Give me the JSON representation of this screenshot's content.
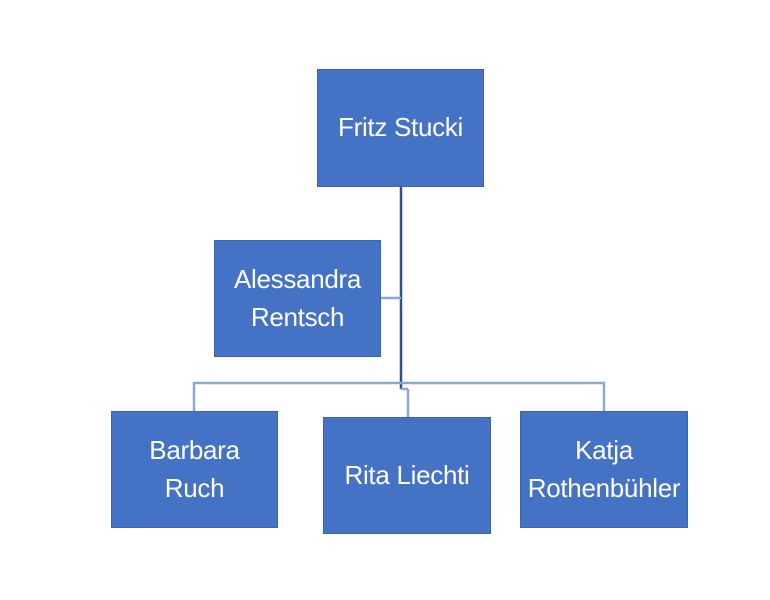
{
  "org_chart": {
    "top": {
      "name": "Fritz Stucki"
    },
    "assistant": {
      "line1": "Alessandra",
      "line2": "Rentsch"
    },
    "reports": [
      {
        "line1": "Barbara Ruch"
      },
      {
        "line1": "Rita Liechti"
      },
      {
        "line1": "Katja",
        "line2": "Rothenbühler"
      }
    ]
  },
  "colors": {
    "box_fill": "#4472c4",
    "box_border": "#3a64ad",
    "box_text": "#ffffff",
    "connector_main": "#2f4f8f",
    "connector_light": "#8ea6d0",
    "background": "#ffffff"
  }
}
